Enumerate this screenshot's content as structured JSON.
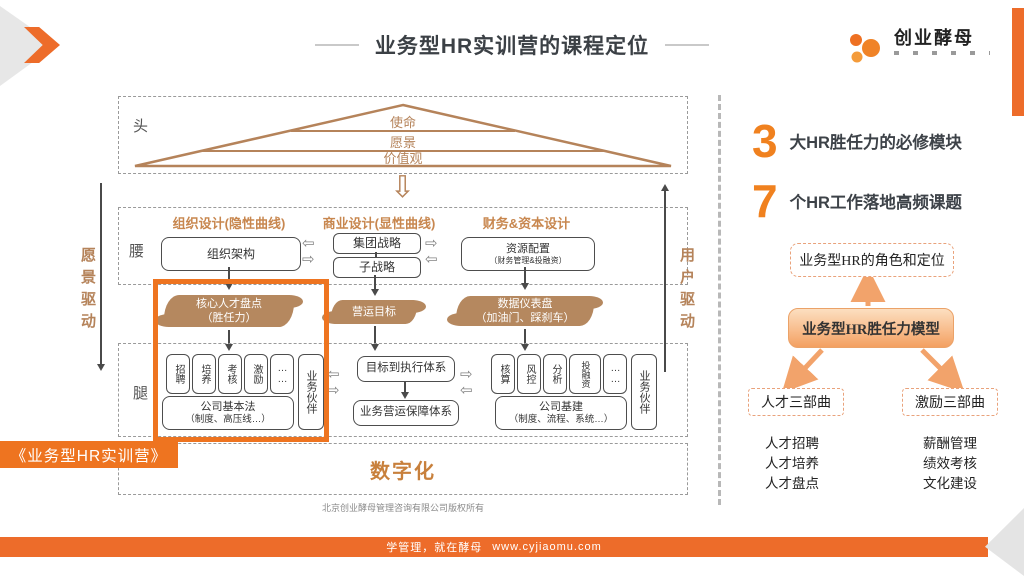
{
  "header": {
    "title": "业务型HR实训营的课程定位"
  },
  "logo": {
    "name": "创业酵母"
  },
  "stats": {
    "s1_num": "3",
    "s1_label": "大HR胜任力的必修模块",
    "s2_num": "7",
    "s2_label": "个HR工作落地高频课题"
  },
  "diagram": {
    "head": {
      "label": "头",
      "pyramid": [
        "使命",
        "愿景",
        "价值观"
      ]
    },
    "waist": {
      "label": "腰",
      "col1_header": "组织设计(隐性曲线)",
      "col2_header": "商业设计(显性曲线)",
      "col3_header": "财务&资本设计",
      "box_org": "组织架构",
      "box_group_strategy": "集团战略",
      "box_sub_strategy": "子战略",
      "box_resource_main": "资源配置",
      "box_resource_sub": "（财务管理&投融资）"
    },
    "clouds": {
      "talent_line1": "核心人才盘点",
      "talent_line2": "（胜任力）",
      "target": "营运目标",
      "dashboard_line1": "数据仪表盘",
      "dashboard_line2": "（加油门、踩刹车）"
    },
    "legs": {
      "label": "腿",
      "left_chips": [
        "招聘",
        "培养",
        "考核",
        "激励",
        "……"
      ],
      "left_base_line1": "公司基本法",
      "left_base_line2": "（制度、高压线…）",
      "left_partner": "业务伙伴",
      "mid_top": "目标到执行体系",
      "mid_bottom": "业务营运保障体系",
      "right_chips": [
        "核算",
        "风控",
        "分析",
        "投融资",
        "……"
      ],
      "right_base_line1": "公司基建",
      "right_base_line2": "（制度、流程、系统…）",
      "right_partner": "业务伙伴"
    },
    "digital": "数字化",
    "left_driver": "愿景驱动",
    "right_driver": "用户驱动",
    "highlight_tag": "《业务型HR实训营》"
  },
  "panel": {
    "role_box": "业务型HR的角色和定位",
    "model_box": "业务型HR胜任力模型",
    "talent_box": "人才三部曲",
    "talent_items": [
      "人才招聘",
      "人才培养",
      "人才盘点"
    ],
    "incentive_box": "激励三部曲",
    "incentive_items": [
      "薪酬管理",
      "绩效考核",
      "文化建设"
    ]
  },
  "footer": {
    "slogan": "学管理，就在酵母",
    "url": "www.cyjiaomu.com",
    "copyright": "北京创业酵母管理咨询有限公司版权所有"
  },
  "icons": {
    "arrow_hollow_left": "⇦",
    "arrow_hollow_right": "⇨",
    "arrow_hollow_down": "⇩"
  },
  "colors": {
    "accent": "#ed6c2a",
    "tan": "#b5835a"
  }
}
